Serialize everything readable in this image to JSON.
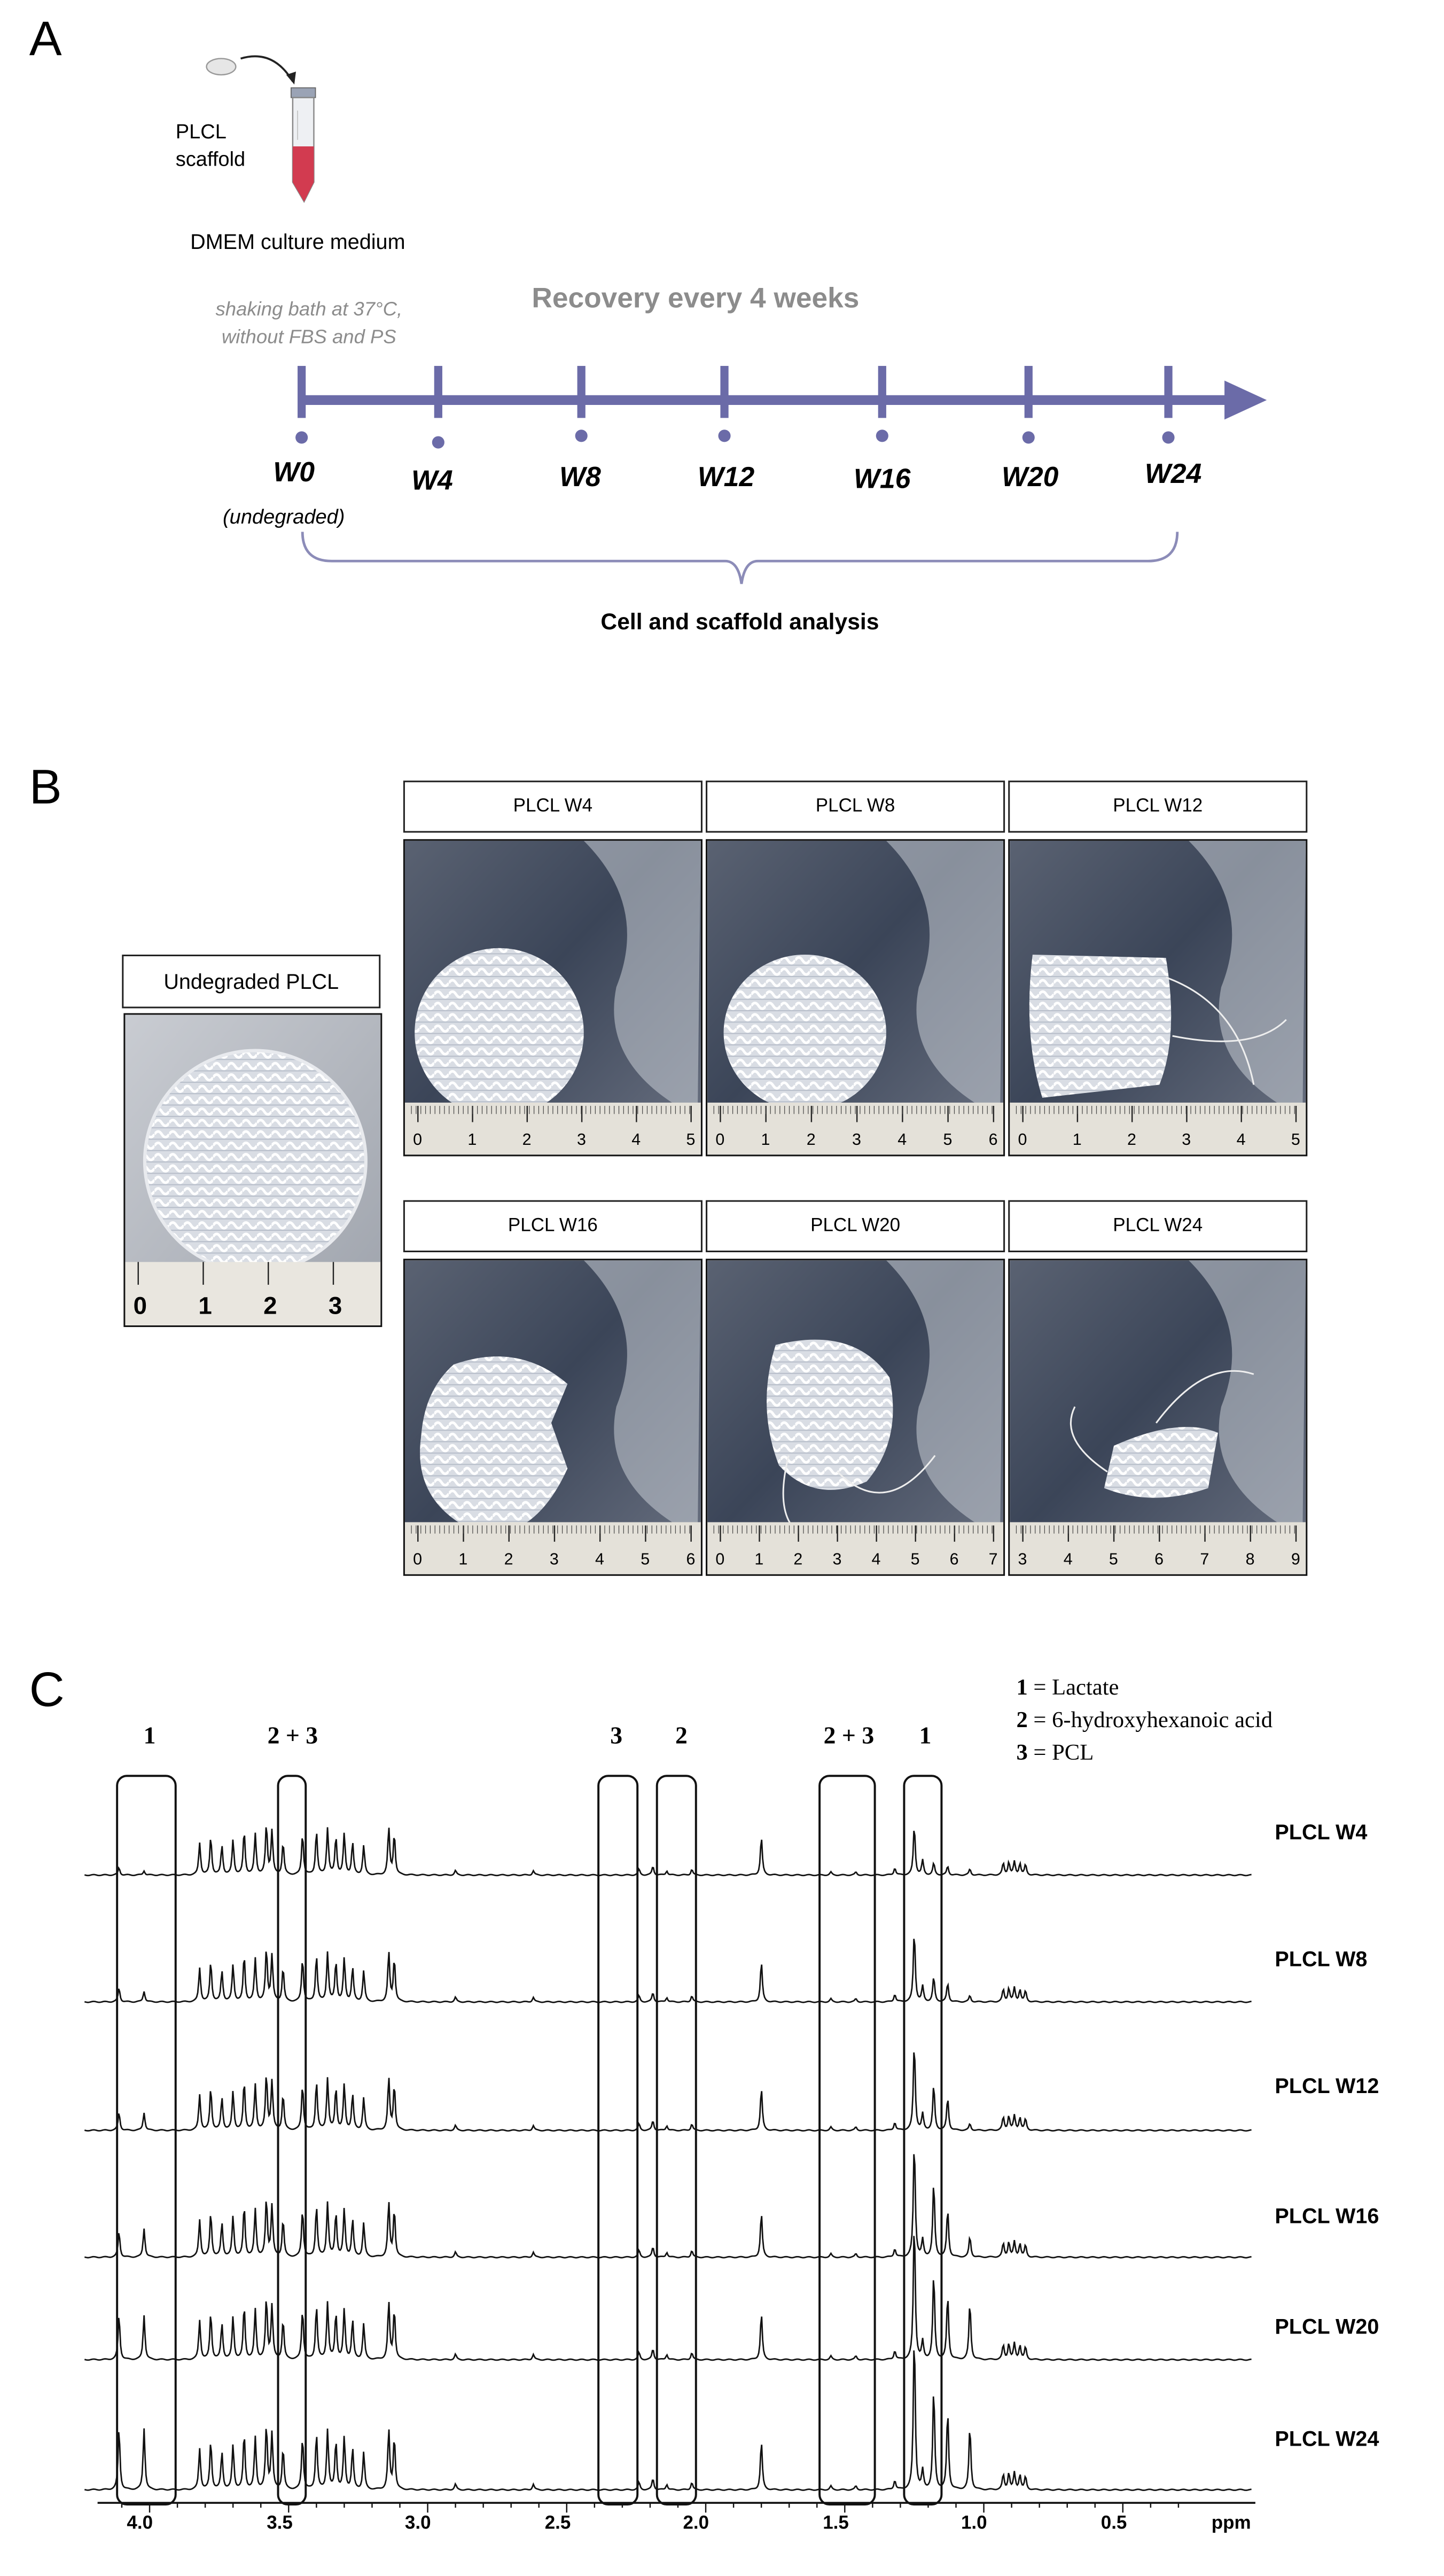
{
  "panels": {
    "a": "A",
    "b": "B",
    "c": "C"
  },
  "panel_a": {
    "scaffold_label_line1": "PLCL",
    "scaffold_label_line2": "scaffold",
    "medium_label": "DMEM culture medium",
    "condition_line1": "shaking bath at 37°C,",
    "condition_line2": "without FBS and PS",
    "recovery_label": "Recovery every 4 weeks",
    "timepoints": [
      "W0",
      "W4",
      "W8",
      "W12",
      "W16",
      "W20",
      "W24"
    ],
    "w0_note": "(undegraded)",
    "analysis_label": "Cell and scaffold analysis",
    "timeline_color": "#6b6ba8",
    "recovery_color": "#8c8c8c"
  },
  "panel_b": {
    "undegraded_label": "Undegraded PLCL",
    "undegraded_ruler": [
      "0",
      "1",
      "2",
      "3"
    ],
    "photos": [
      {
        "label": "PLCL W4",
        "ruler": [
          "0",
          "1",
          "2",
          "3",
          "4",
          "5"
        ]
      },
      {
        "label": "PLCL W8",
        "ruler": [
          "0",
          "1",
          "2",
          "3",
          "4",
          "5",
          "6"
        ]
      },
      {
        "label": "PLCL W12",
        "ruler": [
          "0",
          "1",
          "2",
          "3",
          "4",
          "5"
        ]
      },
      {
        "label": "PLCL W16",
        "ruler": [
          "0",
          "1",
          "2",
          "3",
          "4",
          "5",
          "6"
        ]
      },
      {
        "label": "PLCL W20",
        "ruler": [
          "0",
          "1",
          "2",
          "3",
          "4",
          "5",
          "6",
          "7"
        ]
      },
      {
        "label": "PLCL W24",
        "ruler": [
          "3",
          "4",
          "5",
          "6",
          "7",
          "8",
          "9"
        ]
      }
    ]
  },
  "panel_c": {
    "legend": [
      {
        "num": "1",
        "text": " = Lactate"
      },
      {
        "num": "2",
        "text": " = 6-hydroxyhexanoic acid"
      },
      {
        "num": "3",
        "text": " = PCL"
      }
    ],
    "region_labels": [
      "1",
      "2 + 3",
      "3",
      "2",
      "2 + 3",
      "1"
    ],
    "spectra": [
      "PLCL W4",
      "PLCL W8",
      "PLCL W12",
      "PLCL W16",
      "PLCL W20",
      "PLCL W24"
    ],
    "axis_ticks": [
      "4.0",
      "3.5",
      "3.0",
      "2.5",
      "2.0",
      "1.5",
      "1.0",
      "0.5"
    ],
    "axis_unit": "ppm"
  }
}
